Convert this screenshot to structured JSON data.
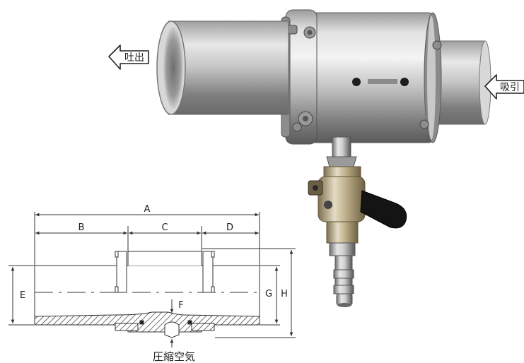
{
  "arrows": {
    "outlet": "吐出",
    "inlet": "吸引"
  },
  "dimensions": {
    "A": "A",
    "B": "B",
    "C": "C",
    "D": "D",
    "E": "E",
    "F": "F",
    "G": "G",
    "H": "H"
  },
  "caption": "圧縮空気",
  "colors": {
    "steel_light": "#e9e9e9",
    "steel_mid": "#a8a8a8",
    "steel_dark": "#4a4a4a",
    "brass": "#b9a780",
    "handle": "#121212",
    "line": "#333333"
  }
}
